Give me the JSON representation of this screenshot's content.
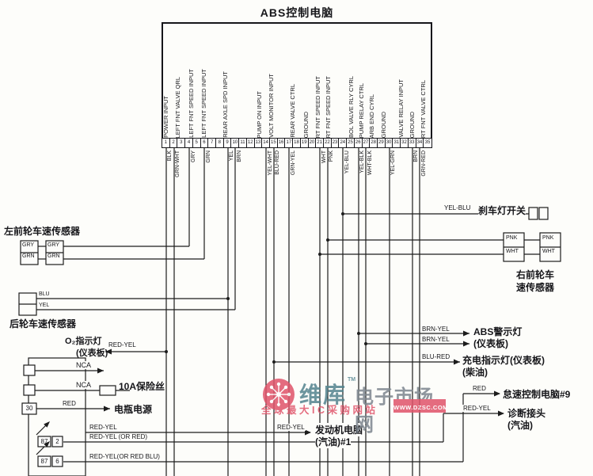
{
  "title": "ABS控制电脑",
  "abs_unit": {
    "pin_functions": [
      "POWER INPUT",
      "LEFT FNT VALVE QRL",
      "LEFT FNT SPEED INPUT",
      "LEFT FNT SPEED INPUT",
      "REAR AXLE SPD INPUT",
      "PUMP ON INPUT",
      "VOLT MONITOR INPUT",
      "REAR VALVE CTRL",
      "GROUND",
      "RT FNT SPEED INPUT",
      "RT FNT SPEED INPUT",
      "BOL VALVE RLY CYRL",
      "PUMP RELAY CTRL",
      "ARB END CYRL",
      "GROUND",
      "VALVE RELAY INPUT",
      "GROUND",
      "RT FNT VALVE CTRL"
    ],
    "pin_numbers": [
      "1",
      "2",
      "3",
      "4",
      "5",
      "6",
      "7",
      "8",
      "9",
      "10",
      "11",
      "12",
      "13",
      "14",
      "15",
      "16",
      "17",
      "18",
      "19",
      "20",
      "21",
      "22",
      "23",
      "24",
      "25",
      "26",
      "27",
      "28",
      "29",
      "30",
      "31",
      "32",
      "33",
      "34",
      "35"
    ],
    "wire_colors": [
      "BLK",
      "GRN-WHT",
      "GRY",
      "GRN",
      "YEL",
      "BRN",
      "YEL-WHT",
      "BLU-RED",
      "GRN-YEL",
      "WHT",
      "PNK",
      "YEL-BLU",
      "YEL-BLK",
      "WHT-BLK",
      "YEL-GRN",
      "BRN",
      "GRN-RED"
    ]
  },
  "left_side": {
    "lf_sensor_label": "左前轮车速传感器",
    "lf_tags": [
      "GRY",
      "GRN",
      "GRY",
      "GRN"
    ],
    "rear_sensor_label": "后轮车速传感器",
    "rear_tags": [
      "BLU",
      "YEL"
    ],
    "o2_line1": "O₂指示灯",
    "o2_line2": "(仪表板)",
    "o2_wire": "RED-YEL",
    "nca1": "NCA",
    "nca2": "NCA",
    "fuse_label": "10A保险丝",
    "battery_pin": "30",
    "battery_wire": "RED",
    "battery_label": "电瓶电源",
    "relay_wire0": "RED-YEL",
    "relay1_pin_a": "87",
    "relay1_pin_b": "2",
    "relay1_wire": "RED-YEL (OR RED)",
    "relay2_pin_a": "87",
    "relay2_pin_b": "6",
    "relay2_wire": "RED-YEL(OR RED BLU)"
  },
  "right_side": {
    "brake_wire": "YEL-BLU",
    "brake_label": "刹车灯开关",
    "rf_tags": [
      "PNK",
      "WHT",
      "PNK",
      "WHT"
    ],
    "rf_label1": "右前轮车",
    "rf_label2": "速传感器",
    "abs_lamp_wire1": "BRN-YEL",
    "abs_lamp_wire2": "BRN-YEL",
    "abs_lamp_label1": "ABS警示灯",
    "abs_lamp_label2": "(仪表板)",
    "charge_wire": "BLU-RED",
    "charge_label1": "充电指示灯(仪表板)",
    "charge_label2": "(柴油)",
    "idle_wire": "RED",
    "idle_label": "怠速控制电脑#9",
    "diag_wire": "RED-YEL",
    "diag_label1": "诊断接头",
    "diag_label2": "(汽油)",
    "engine_wire": "RED-YEL",
    "engine_label1": "发动机电脑",
    "engine_label2": "(汽油)#1"
  },
  "watermark": {
    "brand_cn": "维库",
    "brand_tm": "TM",
    "brand_rest": "电子市场网",
    "tagline": "全球最大IC采购网站",
    "url": "WWW.DZSC.COM",
    "red": "#e0556b",
    "teal": "#55858f",
    "gray": "#7d868f"
  }
}
